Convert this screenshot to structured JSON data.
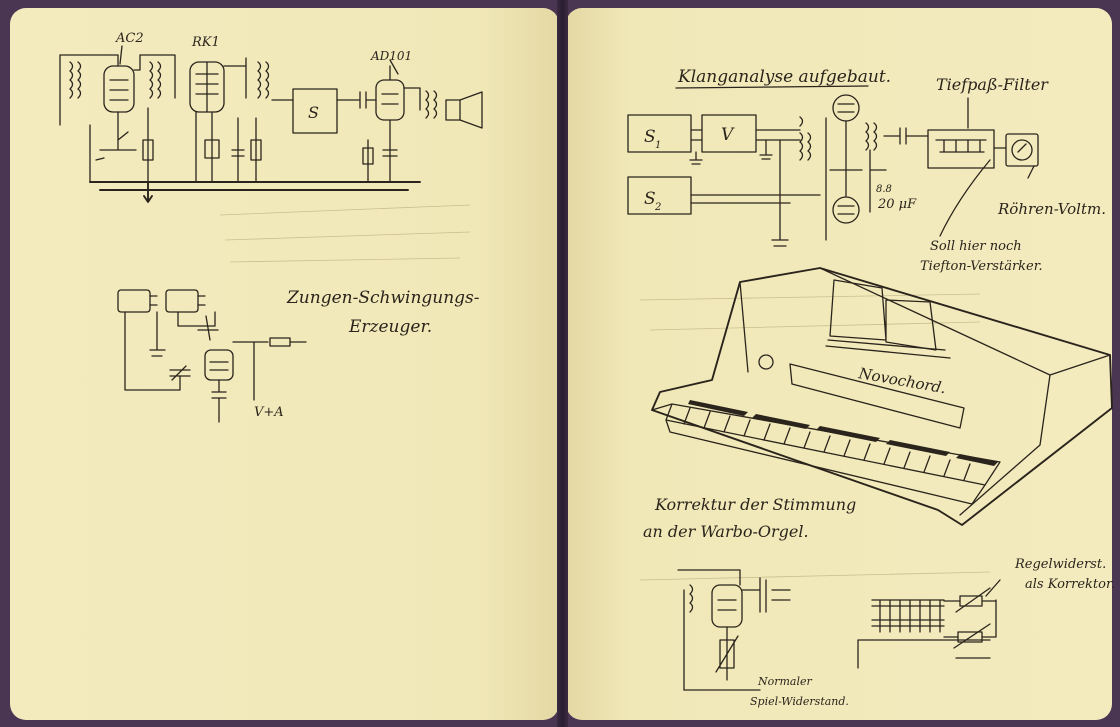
{
  "left_page": {
    "receiver_labels": {
      "tube_1": "AC2",
      "tube_2": "RK1",
      "tube_3": "AD101",
      "block": "S"
    },
    "tongue_oscillator_title": [
      "Zungen-Schwingungs-",
      "Erzeuger."
    ],
    "supply_label": "V+A"
  },
  "right_page": {
    "analysis_title": "Klanganalyse aufgebaut.",
    "lowpass_label": "Tiefpaß-Filter",
    "blocks": {
      "s1": "S",
      "s1_sub": "1",
      "s2": "S",
      "s2_sub": "2",
      "v": "V"
    },
    "capacitor_labels": [
      "8.8",
      "20 μF"
    ],
    "voltmeter_label": "Röhren-Voltm.",
    "note": [
      "Soll hier noch",
      "Tiefton-Verstärker."
    ],
    "instrument_name": "Novochord.",
    "tuning_title": [
      "Korrektur der Stimmung",
      "an der Warbo-Orgel."
    ],
    "regulator_note": [
      "Regelwiderst.",
      "als Korrektor."
    ],
    "resistor_note": [
      "Normaler",
      "Spiel-Widerstand."
    ]
  },
  "colors": {
    "paper": "#f2e9ba",
    "ink": "#2a241c",
    "background": "#4a3552"
  }
}
